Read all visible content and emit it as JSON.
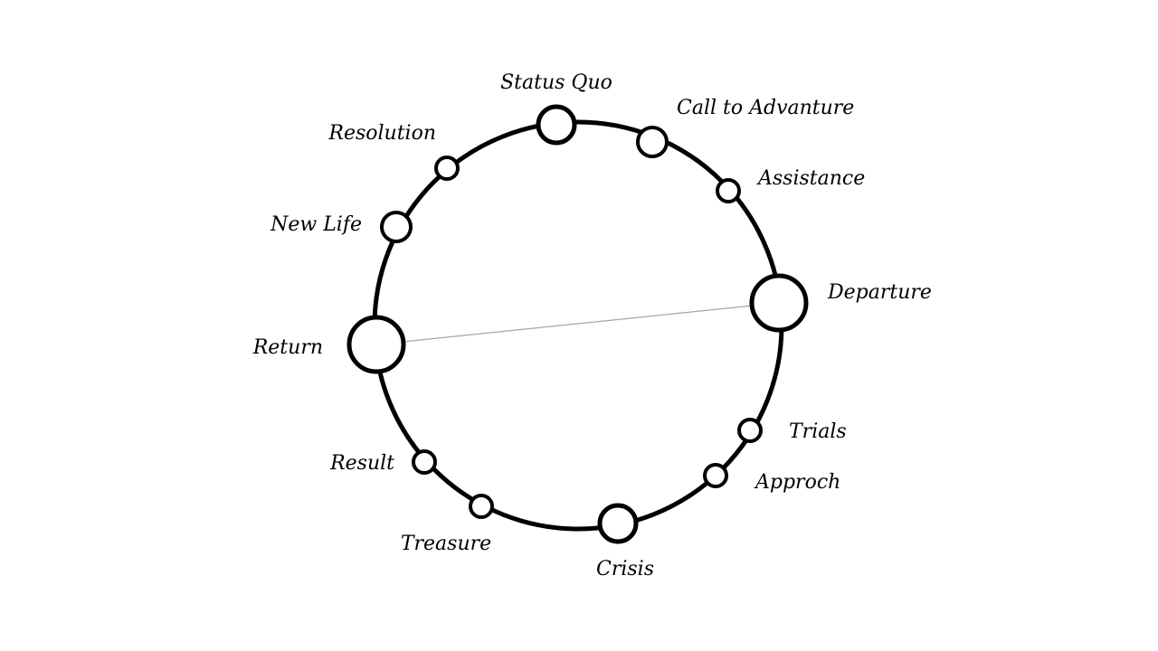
{
  "diagram": {
    "type": "cycle",
    "colors": {
      "background": "#ffffff",
      "stroke": "#000000",
      "node_fill": "#ffffff",
      "connector": "#a6a6a6",
      "text": "#000000"
    },
    "stages": [
      {
        "id": "status-quo",
        "label": "Status Quo",
        "size": "medium"
      },
      {
        "id": "call-to-adventure",
        "label": "Call to Advanture",
        "size": "small"
      },
      {
        "id": "assistance",
        "label": "Assistance",
        "size": "tiny"
      },
      {
        "id": "departure",
        "label": "Departure",
        "size": "large"
      },
      {
        "id": "trials",
        "label": "Trials",
        "size": "tiny"
      },
      {
        "id": "approch",
        "label": "Approch",
        "size": "tiny"
      },
      {
        "id": "crisis",
        "label": "Crisis",
        "size": "medium"
      },
      {
        "id": "treasure",
        "label": "Treasure",
        "size": "tiny"
      },
      {
        "id": "result",
        "label": "Result",
        "size": "tiny"
      },
      {
        "id": "return",
        "label": "Return",
        "size": "large"
      },
      {
        "id": "new-life",
        "label": "New Life",
        "size": "small"
      },
      {
        "id": "resolution",
        "label": "Resolution",
        "size": "tiny"
      }
    ],
    "connector": {
      "from": "return",
      "to": "departure"
    }
  }
}
